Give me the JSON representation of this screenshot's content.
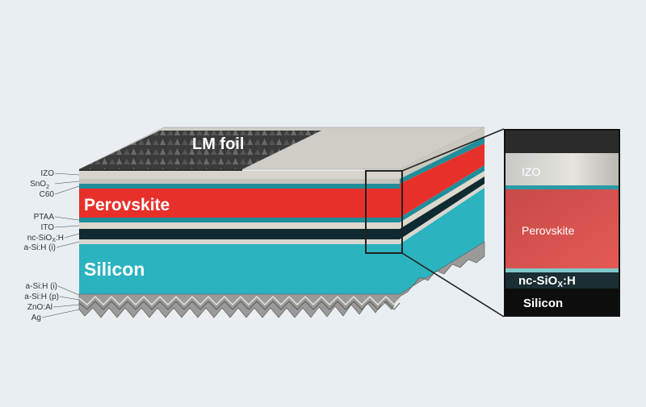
{
  "diagram": {
    "foil_label": "LM foil",
    "main_labels": {
      "perovskite": "Perovskite",
      "silicon": "Silicon"
    },
    "layer_labels_top": [
      {
        "id": "izo",
        "sub": null,
        "text": "IZO"
      },
      {
        "id": "sno2",
        "text": "SnO",
        "sub": "2"
      },
      {
        "id": "c60",
        "text": "C60"
      },
      {
        "id": "ptaa",
        "text": "PTAA"
      },
      {
        "id": "ito",
        "text": "ITO"
      },
      {
        "id": "ncsiox",
        "text": "nc-SiO",
        "sub": "X",
        "after": ":H"
      },
      {
        "id": "asi_i_top",
        "text": "a-Si:H (i)"
      }
    ],
    "layer_labels_bottom": [
      {
        "id": "asi_i_bot",
        "text": "a-Si:H (i)"
      },
      {
        "id": "asi_p",
        "text": "a-Si:H (p)"
      },
      {
        "id": "zno",
        "text": "ZnO:Al"
      },
      {
        "id": "ag",
        "text": "Ag"
      }
    ],
    "inset_labels": {
      "izo": "IZO",
      "perovskite": "Perovskite",
      "ncsiox_prefix": "nc-SiO",
      "ncsiox_sub": "X",
      "ncsiox_suffix": ":H",
      "silicon": "Silicon"
    },
    "colors": {
      "background": "#e9eef2",
      "perovskite": "#e8302a",
      "silicon": "#2bb3c0",
      "teal_layer": "#1f8e9a",
      "dark_layer": "#102a32",
      "light_layer": "#d6d4cc",
      "top_surface": "#cfcdc6",
      "foil": "#3a3a3a"
    }
  }
}
